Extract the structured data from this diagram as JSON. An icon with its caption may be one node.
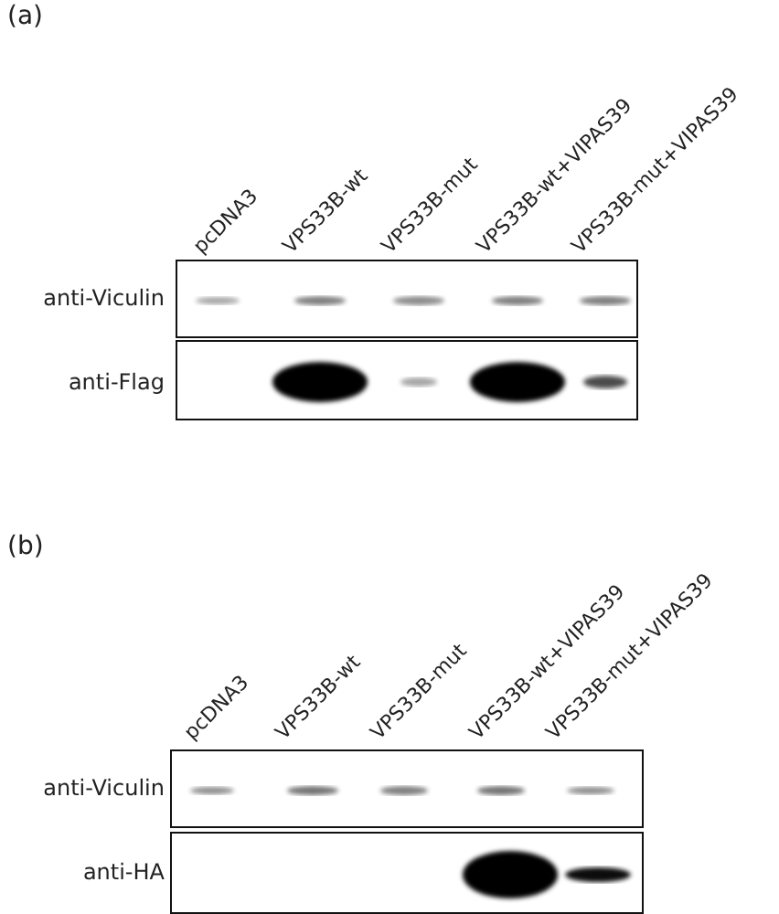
{
  "diagram": {
    "labels": [
      "(a)",
      "pcDNA3",
      "VPS33B-wt",
      "VPS33B-mut",
      "VPS33B-wt+VIPAS39",
      "VPS33B-mut+VIPAS39",
      "anti-Viculin",
      "anti-Flag",
      "(b)",
      "pcDNA3",
      "VPS33B-wt",
      "VPS33B-mut",
      "VPS33B-wt+VIPAS39",
      "VPS33B-mut+VIPAS39",
      "anti-Viculin",
      "anti-HA"
    ]
  }
}
